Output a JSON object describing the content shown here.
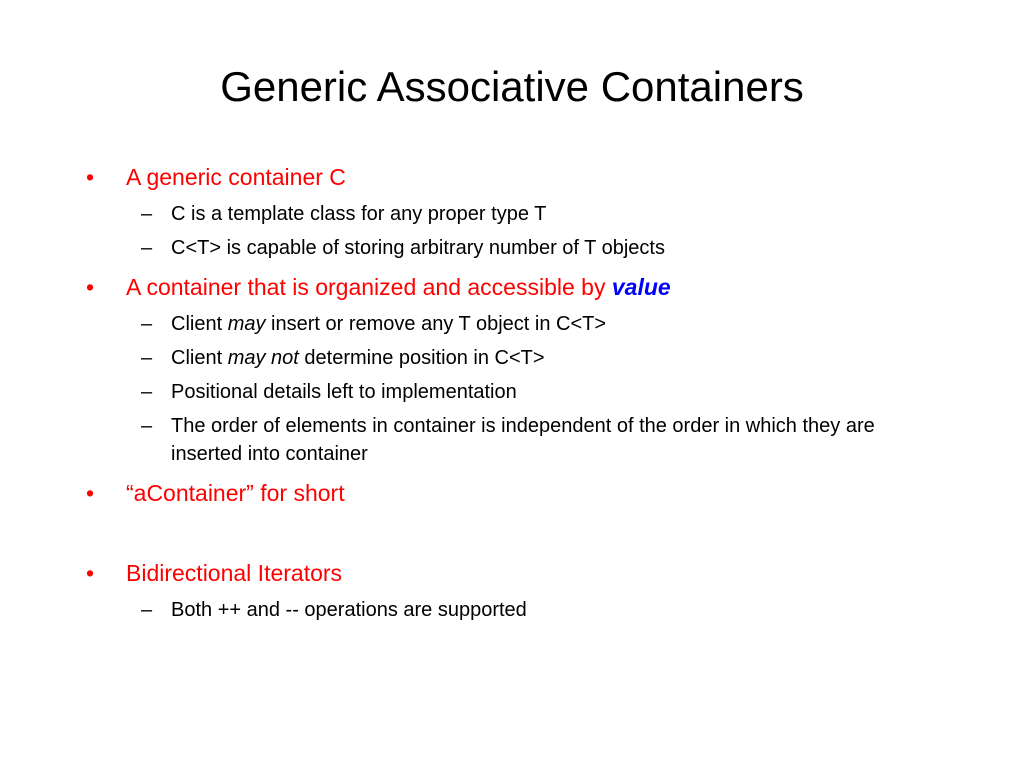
{
  "title": "Generic Associative Containers",
  "bullets": [
    {
      "marker": "•",
      "text": "A generic container C",
      "subs": [
        {
          "marker": "–",
          "text": "C is a template class for any proper type T"
        },
        {
          "marker": "–",
          "text": "C<T> is capable of storing arbitrary number of T objects"
        }
      ]
    },
    {
      "marker": "•",
      "text_before": "A container that is organized and accessible by ",
      "text_emph": "value",
      "subs": [
        {
          "marker": "–",
          "pre": "Client ",
          "emph": "may",
          "post": " insert or remove any T object in C<T>"
        },
        {
          "marker": "–",
          "pre": "Client ",
          "emph": "may not",
          "post": " determine position in C<T>"
        },
        {
          "marker": "–",
          "text": "Positional details left to implementation"
        },
        {
          "marker": "–",
          "text": "The order of elements in container is independent of the order in which they are inserted into container"
        }
      ]
    },
    {
      "marker": "•",
      "text": "“aContainer” for short"
    },
    {
      "marker": "•",
      "text": "Bidirectional Iterators",
      "subs": [
        {
          "marker": "–",
          "text": "Both ++ and -- operations are supported"
        }
      ]
    }
  ],
  "colors": {
    "level1_text": "#ff0000",
    "level2_text": "#000000",
    "emphasis_value": "#0000ff"
  }
}
